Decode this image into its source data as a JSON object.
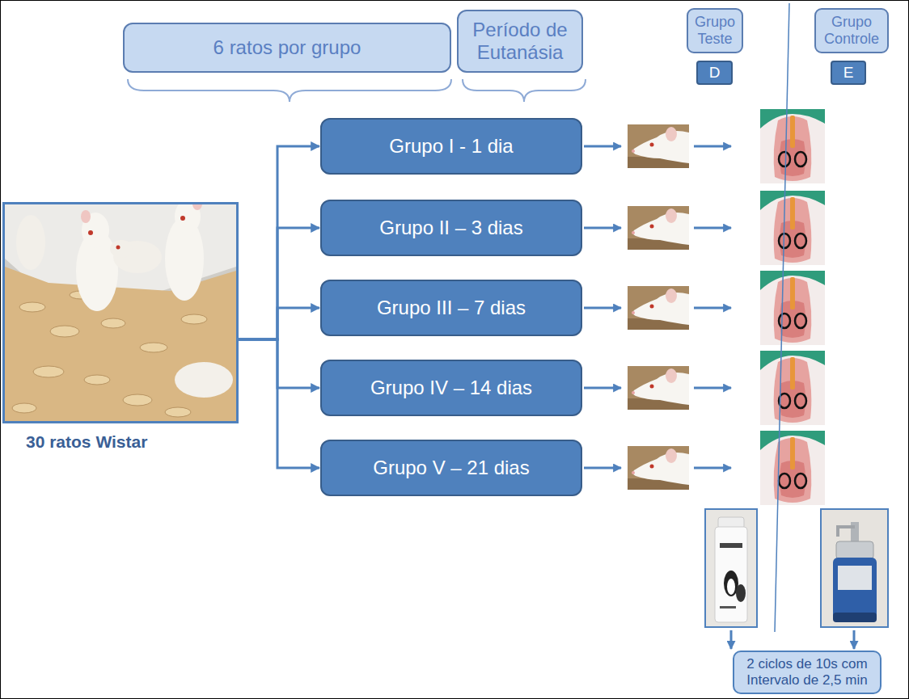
{
  "diagram": {
    "nodes": [
      {
        "text": [
          "6 ratos por grupo"
        ]
      },
      {
        "text": [
          "Período de Eutanásia"
        ]
      },
      {
        "text": [
          "Grupo Teste"
        ]
      },
      {
        "text": [
          "Grupo Controle"
        ]
      },
      {
        "text": [
          "D"
        ]
      },
      {
        "text": [
          "E"
        ]
      },
      {
        "text": [
          "30 ratos Wistar"
        ]
      },
      {
        "text": [
          "Grupo I - 1 dia"
        ]
      },
      {
        "text": [
          "Grupo II – 3 dias"
        ]
      },
      {
        "text": [
          "Grupo III – 7 dias"
        ]
      },
      {
        "text": [
          "Grupo IV – 14 dias"
        ]
      },
      {
        "text": [
          "Grupo V – 21 dias"
        ]
      },
      {
        "text": [
          "2 ciclos de 10s com Intervalo de 2,5 min"
        ]
      }
    ],
    "edges": [
      {
        "from": 6,
        "to": 7,
        "arrow": "to"
      },
      {
        "from": 6,
        "to": 8,
        "arrow": "to"
      },
      {
        "from": 6,
        "to": 9,
        "arrow": "to"
      },
      {
        "from": 6,
        "to": 10,
        "arrow": "to"
      },
      {
        "from": 6,
        "to": 11,
        "arrow": "to"
      }
    ]
  }
}
